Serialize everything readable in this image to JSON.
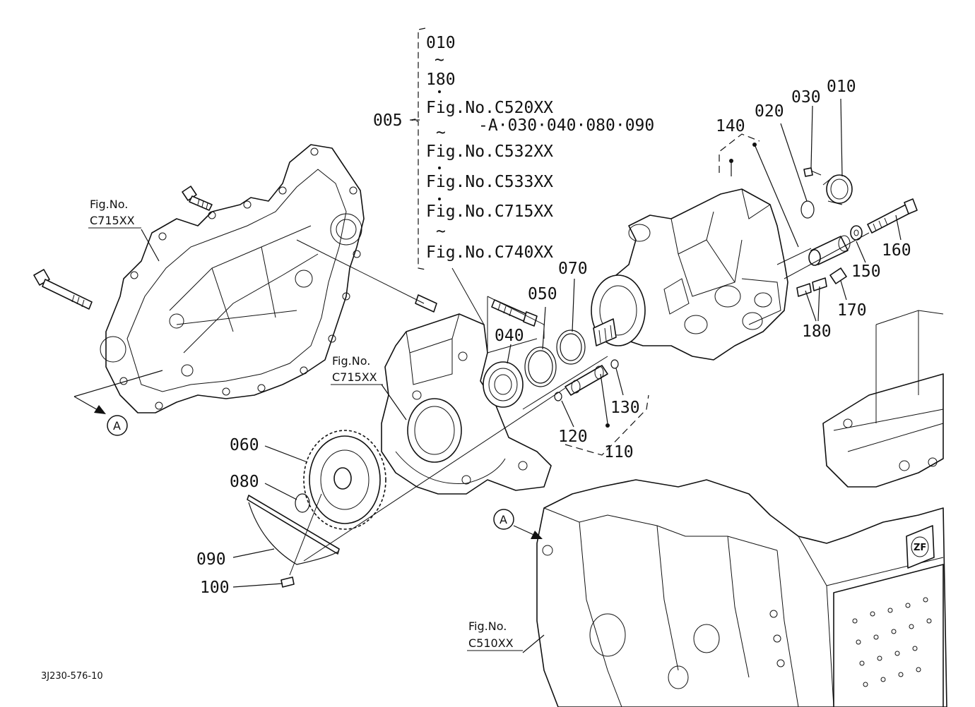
{
  "callouts": {
    "c005": "005",
    "c010": "010",
    "c020": "020",
    "c030": "030",
    "c040": "040",
    "c050": "050",
    "c060": "060",
    "c070": "070",
    "c080": "080",
    "c090": "090",
    "c100": "100",
    "c110": "110",
    "c120": "120",
    "c130": "130",
    "c140": "140",
    "c150": "150",
    "c160": "160",
    "c170": "170",
    "c180": "180"
  },
  "kit": {
    "range_start": "010",
    "tilde": "~",
    "range_end": "180",
    "fig_1": "Fig.No.C520XX",
    "note": "-A·030·040·080·090",
    "fig_2": "Fig.No.C532XX",
    "fig_3": "Fig.No.C533XX",
    "fig_4": "Fig.No.C715XX",
    "fig_5": "Fig.No.C740XX"
  },
  "refs": {
    "left_cover_l1": "Fig.No.",
    "left_cover_l2": "C715XX",
    "mid_housing_l1": "Fig.No.",
    "mid_housing_l2": "C715XX",
    "transmission_l1": "Fig.No.",
    "transmission_l2": "C510XX"
  },
  "markers": {
    "a_left": "A",
    "a_right": "A"
  },
  "emblem": "ZF",
  "drawing_no": "3J230-576-10"
}
